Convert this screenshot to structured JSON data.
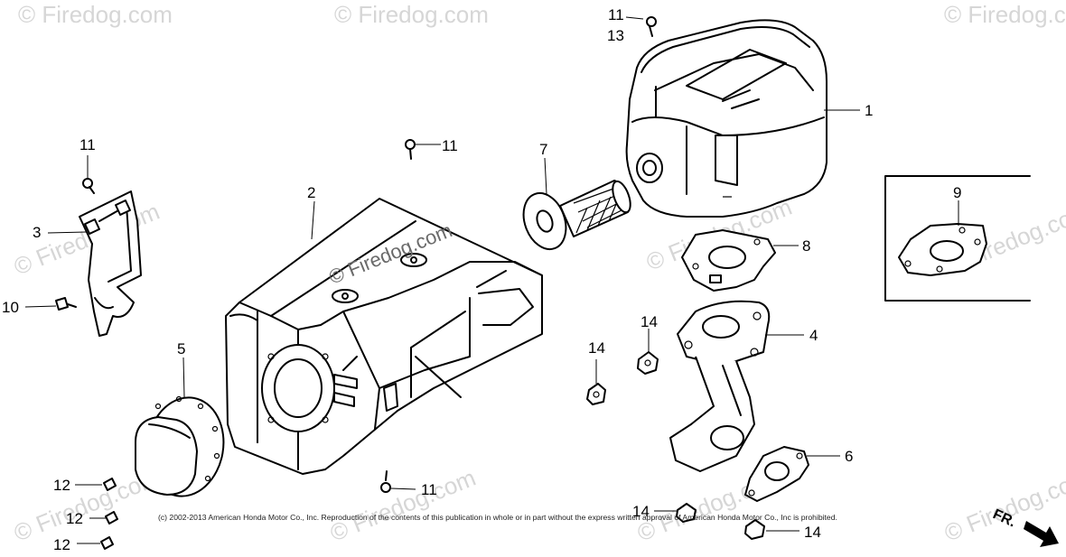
{
  "watermark": "© Firedog.com",
  "copyright": "(c) 2002-2013 American Honda Motor Co., Inc. Reproduction of the contents of this publication in whole or in part without the express written approval of American Honda Motor Co., Inc is prohibited.",
  "direction_label": "FR.",
  "callouts": {
    "c1": "1",
    "c2": "2",
    "c3": "3",
    "c4": "4",
    "c5": "5",
    "c6": "6",
    "c7": "7",
    "c8": "8",
    "c9": "9",
    "c10": "10",
    "c11a": "11",
    "c11b": "11",
    "c11c": "11",
    "c11d": "11",
    "c12a": "12",
    "c12b": "12",
    "c12c": "12",
    "c13": "13",
    "c14a": "14",
    "c14b": "14",
    "c14c": "14",
    "c14d": "14"
  }
}
